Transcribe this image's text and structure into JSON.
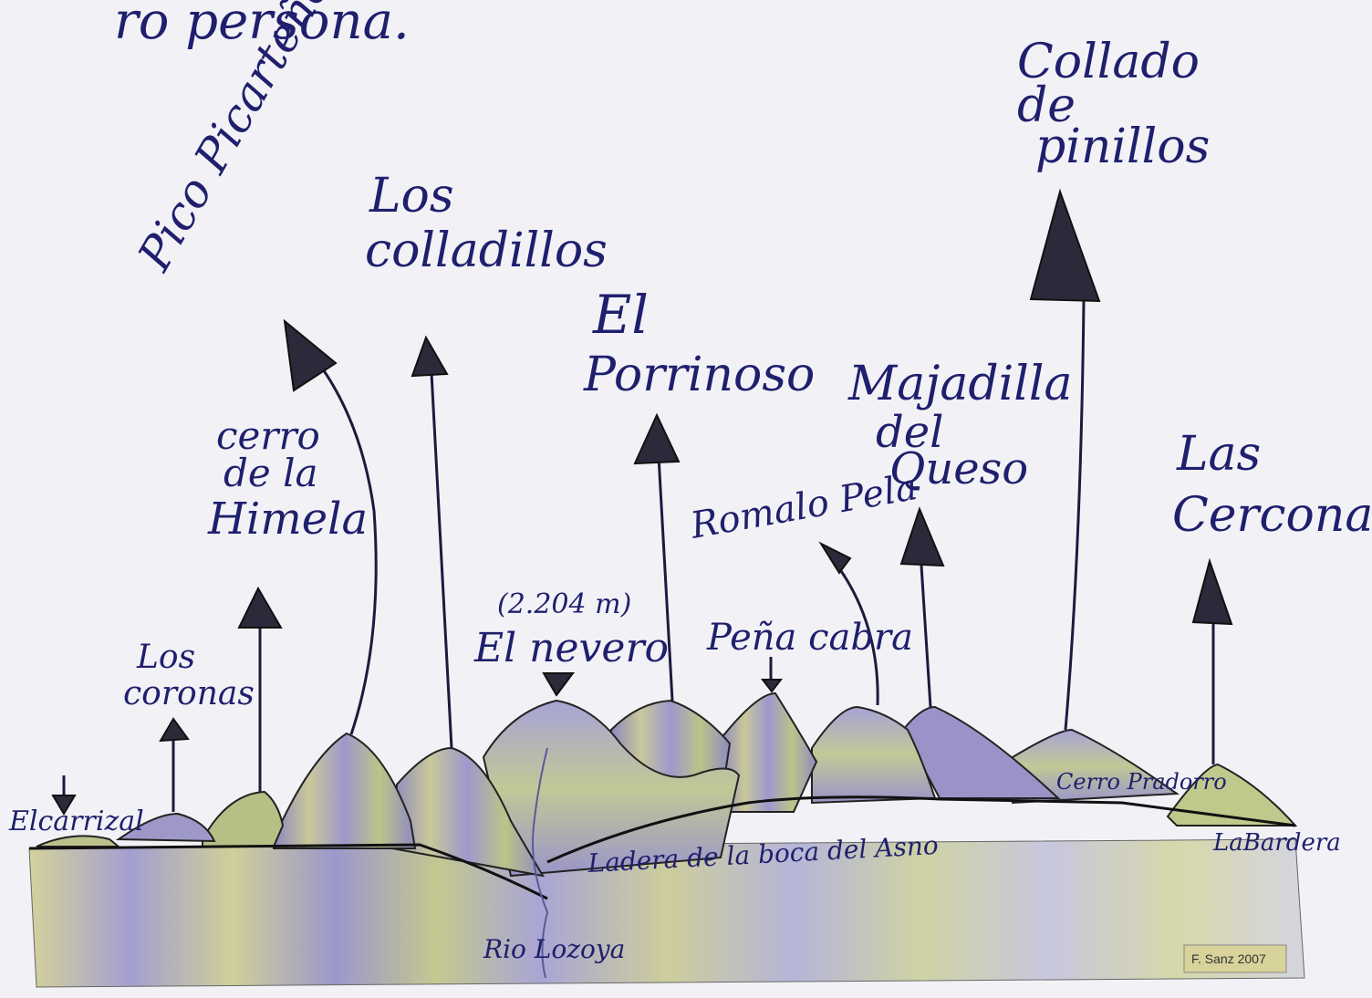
{
  "header": {
    "text": "ro persona."
  },
  "peaks": {
    "pico_picarenos": "Pico Picarteños",
    "los_colladillos_1": "Los",
    "los_colladillos_2": "colladillos",
    "el_porrinoso_1": "El",
    "el_porrinoso_2": "Porrinoso",
    "majadilla_1": "Majadilla",
    "majadilla_2": "del",
    "majadilla_3": "Queso",
    "collado_1": "Collado",
    "collado_2": "de",
    "collado_3": "pinillos",
    "cerro_himela_1": "cerro",
    "cerro_himela_2": "de la",
    "cerro_himela_3": "Himela",
    "romalo_pela": "Romalo Pela",
    "las_cerconas_1": "Las",
    "las_cerconas_2": "Cerconas",
    "los_coronas_1": "Los",
    "los_coronas_2": "coronas",
    "el_neveo_alt": "(2.204 m)",
    "el_neveo": "El nevero",
    "pena_cabra": "Peña cabra",
    "el_carrizal": "Elcarrizal"
  },
  "labels": {
    "cerro_pradorro": "Cerro Pradorro",
    "la_bardera": "LaBardera",
    "ladera": "Ladera de la boca del Asno",
    "rio_lozoya": "Rio Lozoya",
    "credit": "F. Sanz 2007"
  },
  "colors": {
    "ink": "#1f1f6e",
    "paper": "#f2f2f6",
    "mountain_purple": "#8e87c0",
    "mountain_green": "#b9c48a",
    "mountain_yellow": "#d8d49a"
  }
}
